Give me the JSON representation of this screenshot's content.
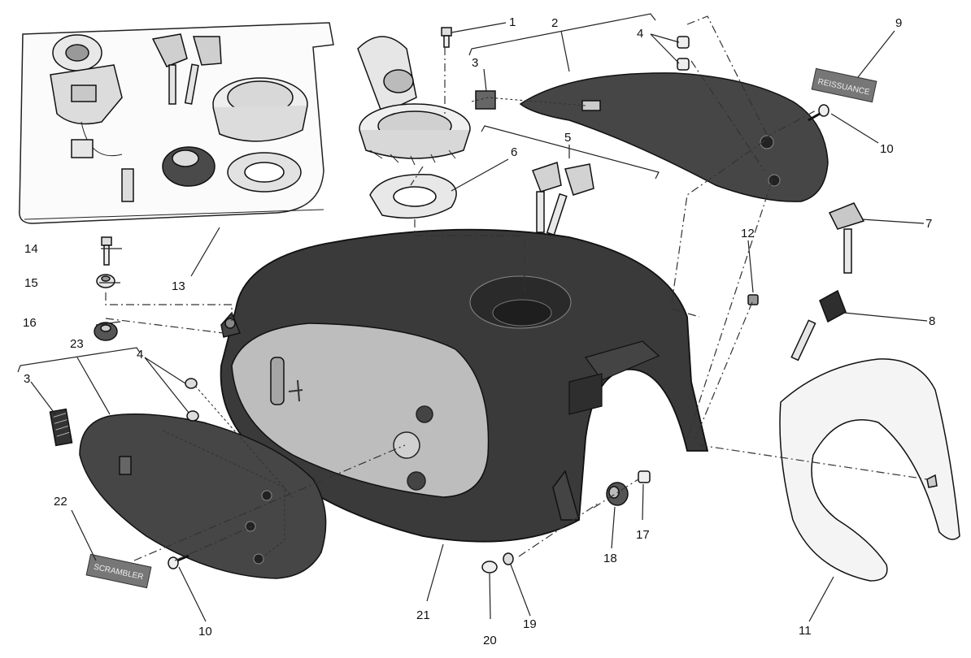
{
  "diagram": {
    "labels": {
      "l1": "1",
      "l2": "2",
      "l3a": "3",
      "l3b": "3",
      "l4a": "4",
      "l4b": "4",
      "l5": "5",
      "l6": "6",
      "l7": "7",
      "l8": "8",
      "l9": "9",
      "l10a": "10",
      "l10b": "10",
      "l11": "11",
      "l12": "12",
      "l13": "13",
      "l14": "14",
      "l15": "15",
      "l16": "16",
      "l17": "17",
      "l18": "18",
      "l19": "19",
      "l20": "20",
      "l21": "21",
      "l22": "22",
      "l23": "23"
    },
    "decals": {
      "right": "REISSUANCE",
      "left": "SCRAMBLER"
    },
    "colors": {
      "tank": "#3a3a3a",
      "panel": "#bdbdbd",
      "cover": "#464646",
      "background": "#ffffff"
    }
  }
}
